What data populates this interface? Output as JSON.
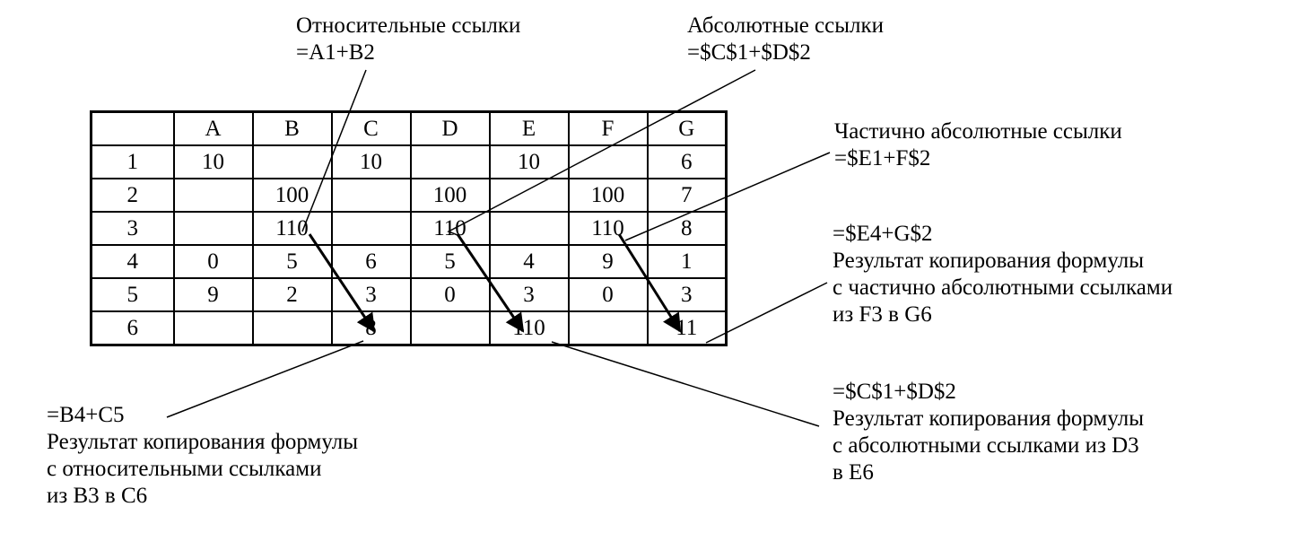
{
  "table": {
    "header": [
      "",
      "A",
      "B",
      "C",
      "D",
      "E",
      "F",
      "G"
    ],
    "rows": [
      [
        "1",
        "10",
        "",
        "10",
        "",
        "10",
        "",
        "6"
      ],
      [
        "2",
        "",
        "100",
        "",
        "100",
        "",
        "100",
        "7"
      ],
      [
        "3",
        "",
        "110",
        "",
        "110",
        "",
        "110",
        "8"
      ],
      [
        "4",
        "0",
        "5",
        "6",
        "5",
        "4",
        "9",
        "1"
      ],
      [
        "5",
        "9",
        "2",
        "3",
        "0",
        "3",
        "0",
        "3"
      ],
      [
        "6",
        "",
        "",
        "8",
        "",
        "110",
        "",
        "11"
      ]
    ]
  },
  "annotations": {
    "relative": {
      "title": "Относительные ссылки",
      "formula": "=A1+B2"
    },
    "absolute": {
      "title": "Абсолютные ссылки",
      "formula": "=$C$1+$D$2"
    },
    "mixed": {
      "title": "Частично абсолютные ссылки",
      "formula": "=$E1+F$2"
    },
    "mixed_result": {
      "formula": "=$E4+G$2",
      "lines": [
        "Результат копирования формулы",
        "с частично абсолютными ссылками",
        "из F3 в G6"
      ]
    },
    "absolute_result": {
      "formula": "=$C$1+$D$2",
      "lines": [
        "Результат копирования формулы",
        "с абсолютными ссылками из D3",
        "в E6"
      ]
    },
    "relative_result": {
      "formula": "=B4+C5",
      "lines": [
        "Результат копирования формулы",
        "с относительными ссылками",
        "из B3 в C6"
      ]
    }
  }
}
